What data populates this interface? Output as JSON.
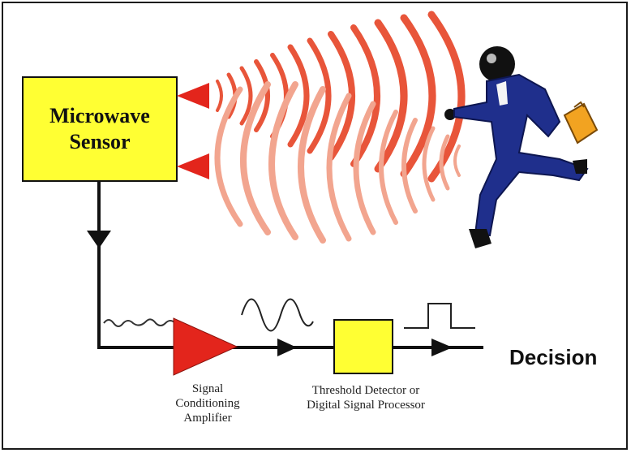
{
  "sensor": {
    "line1": "Microwave",
    "line2": "Sensor"
  },
  "amplifier": {
    "line1": "Signal",
    "line2": "Conditioning",
    "line3": "Amplifier"
  },
  "processor": {
    "line1": "Threshold Detector or",
    "line2": "Digital Signal Processor"
  },
  "output": {
    "label": "Decision"
  },
  "colors": {
    "sensor_fill": "#ffff33",
    "emitter": "#e3251c",
    "wave_strong": "#e8553a",
    "wave_reflected": "#f2a58f",
    "processor_fill": "#ffff33",
    "person_suit": "#1f2f8c",
    "briefcase": "#f2a321"
  }
}
